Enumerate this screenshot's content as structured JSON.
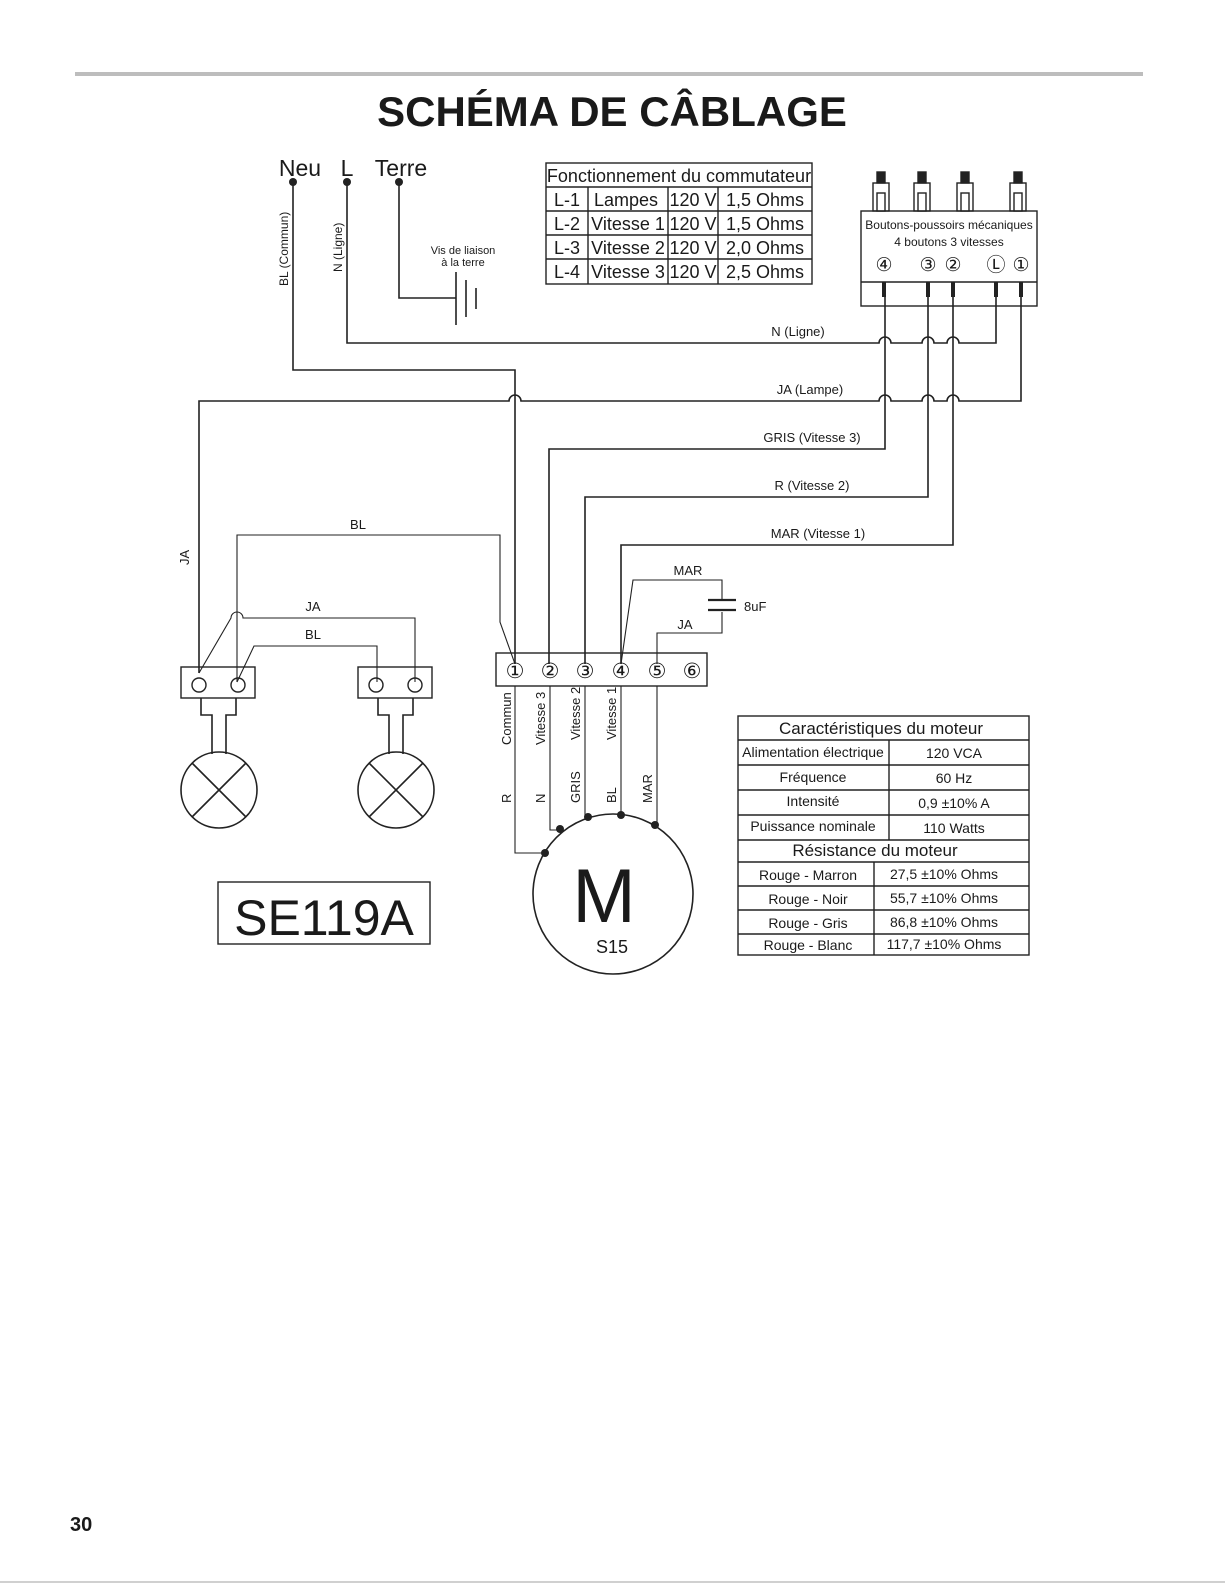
{
  "page_title": "SCHÉMA DE CÂBLAGE",
  "page_number": "30",
  "model_label": "SE119A",
  "motor": {
    "letter": "M",
    "label": "S15"
  },
  "supply": {
    "neutral": "Neu",
    "line": "L",
    "ground": "Terre",
    "wire_neutral": "BL (Commun)",
    "wire_line": "N (Ligne)",
    "ground_screw_1": "Vis de liaison",
    "ground_screw_2": "à la terre"
  },
  "switch_table": {
    "title": "Fonctionnement du commutateur",
    "rows": [
      [
        "L-1",
        "Lampes",
        "120 V",
        "1,5 Ohms"
      ],
      [
        "L-2",
        "Vitesse 1",
        "120 V",
        "1,5 Ohms"
      ],
      [
        "L-3",
        "Vitesse 2",
        "120 V",
        "2,0 Ohms"
      ],
      [
        "L-4",
        "Vitesse 3",
        "120 V",
        "2,5 Ohms"
      ]
    ]
  },
  "buttons": {
    "line1": "Boutons-poussoirs mécaniques",
    "line2": "4 boutons   3 vitesses",
    "marks": [
      "④",
      "③",
      "②",
      "Ⓛ",
      "①"
    ]
  },
  "wire_labels": {
    "n_ligne": "N (Ligne)",
    "ja_lampe": "JA (Lampe)",
    "gris_v3": "GRIS (Vitesse 3)",
    "r_v2": "R (Vitesse 2)",
    "mar_v1": "MAR (Vitesse 1)",
    "bl": "BL",
    "ja": "JA",
    "mar": "MAR",
    "cap": "8uF"
  },
  "terminals": [
    "①",
    "②",
    "③",
    "④",
    "⑤",
    "⑥"
  ],
  "terminal_labels": [
    "Commun",
    "Vitesse 3",
    "Vitesse 2",
    "Vitesse 1"
  ],
  "motor_leads": [
    "R",
    "N",
    "GRIS",
    "BL",
    "MAR"
  ],
  "motor_table": {
    "title": "Caractéristiques du moteur",
    "rows": [
      [
        "Alimentation électrique",
        "120 VCA"
      ],
      [
        "Fréquence",
        "60 Hz"
      ],
      [
        "Intensité",
        "0,9 ±10% A"
      ],
      [
        "Puissance nominale",
        "110 Watts"
      ]
    ],
    "resistance_title": "Résistance du moteur",
    "resistance_rows": [
      [
        "Rouge - Marron",
        "27,5 ±10% Ohms"
      ],
      [
        "Rouge - Noir",
        "55,7 ±10% Ohms"
      ],
      [
        "Rouge - Gris",
        "86,8 ±10% Ohms"
      ],
      [
        "Rouge - Blanc",
        "117,7 ±10% Ohms"
      ]
    ]
  }
}
